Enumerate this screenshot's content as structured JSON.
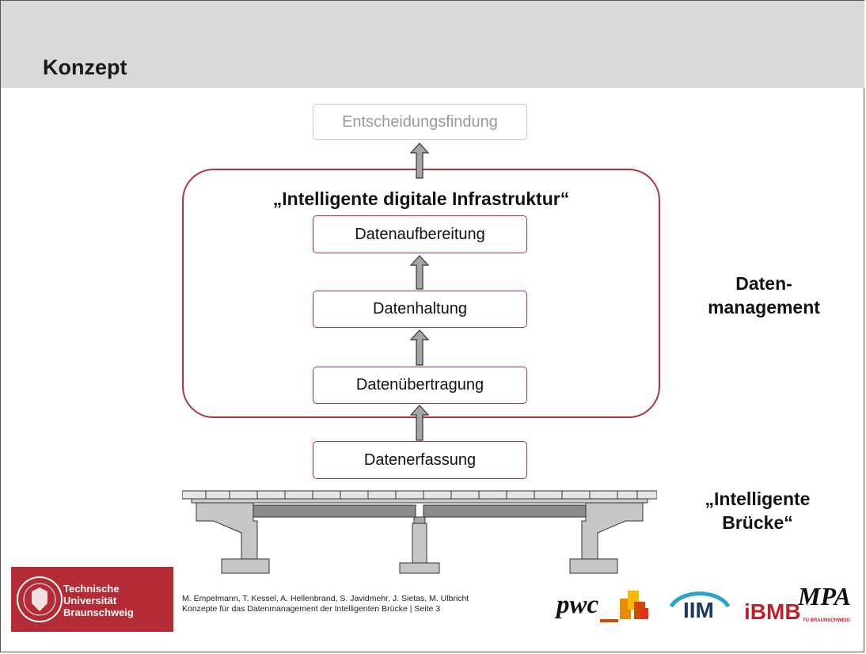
{
  "title": "Konzept",
  "flow": {
    "decision": "Entscheidungsfindung",
    "infrastructure_title": "„Intelligente digitale Infrastruktur“",
    "processing": "Datenaufbereitung",
    "storage": "Datenhaltung",
    "transfer": "Datenübertragung",
    "acquisition": "Datenerfassung"
  },
  "side_labels": {
    "data_management_line1": "Daten-",
    "data_management_line2": "management",
    "bridge_line1": "„Intelligente",
    "bridge_line2": "Brücke“"
  },
  "footer": {
    "university_line1": "Technische",
    "university_line2": "Universität",
    "university_line3": "Braunschweig",
    "authors": "M. Empelmann,  T. Kessel, A. Hellenbrand, S. Javidmehr, J. Sietas, M. Ulbricht",
    "subtitle": "Konzepte für das Datenmanagement  der Intelligenten  Brücke | Seite 3",
    "logos": {
      "pwc": "pwc",
      "iim": "IIM",
      "ibmb": "iBMB",
      "mpa": "MPA",
      "mpa_sub": "TU BRAUNSCHWEIG"
    }
  },
  "colors": {
    "accent": "#b03040",
    "header_bg": "#d9d9d9",
    "tu_red": "#b22b35",
    "arrow_fill": "#a6a6a6"
  }
}
